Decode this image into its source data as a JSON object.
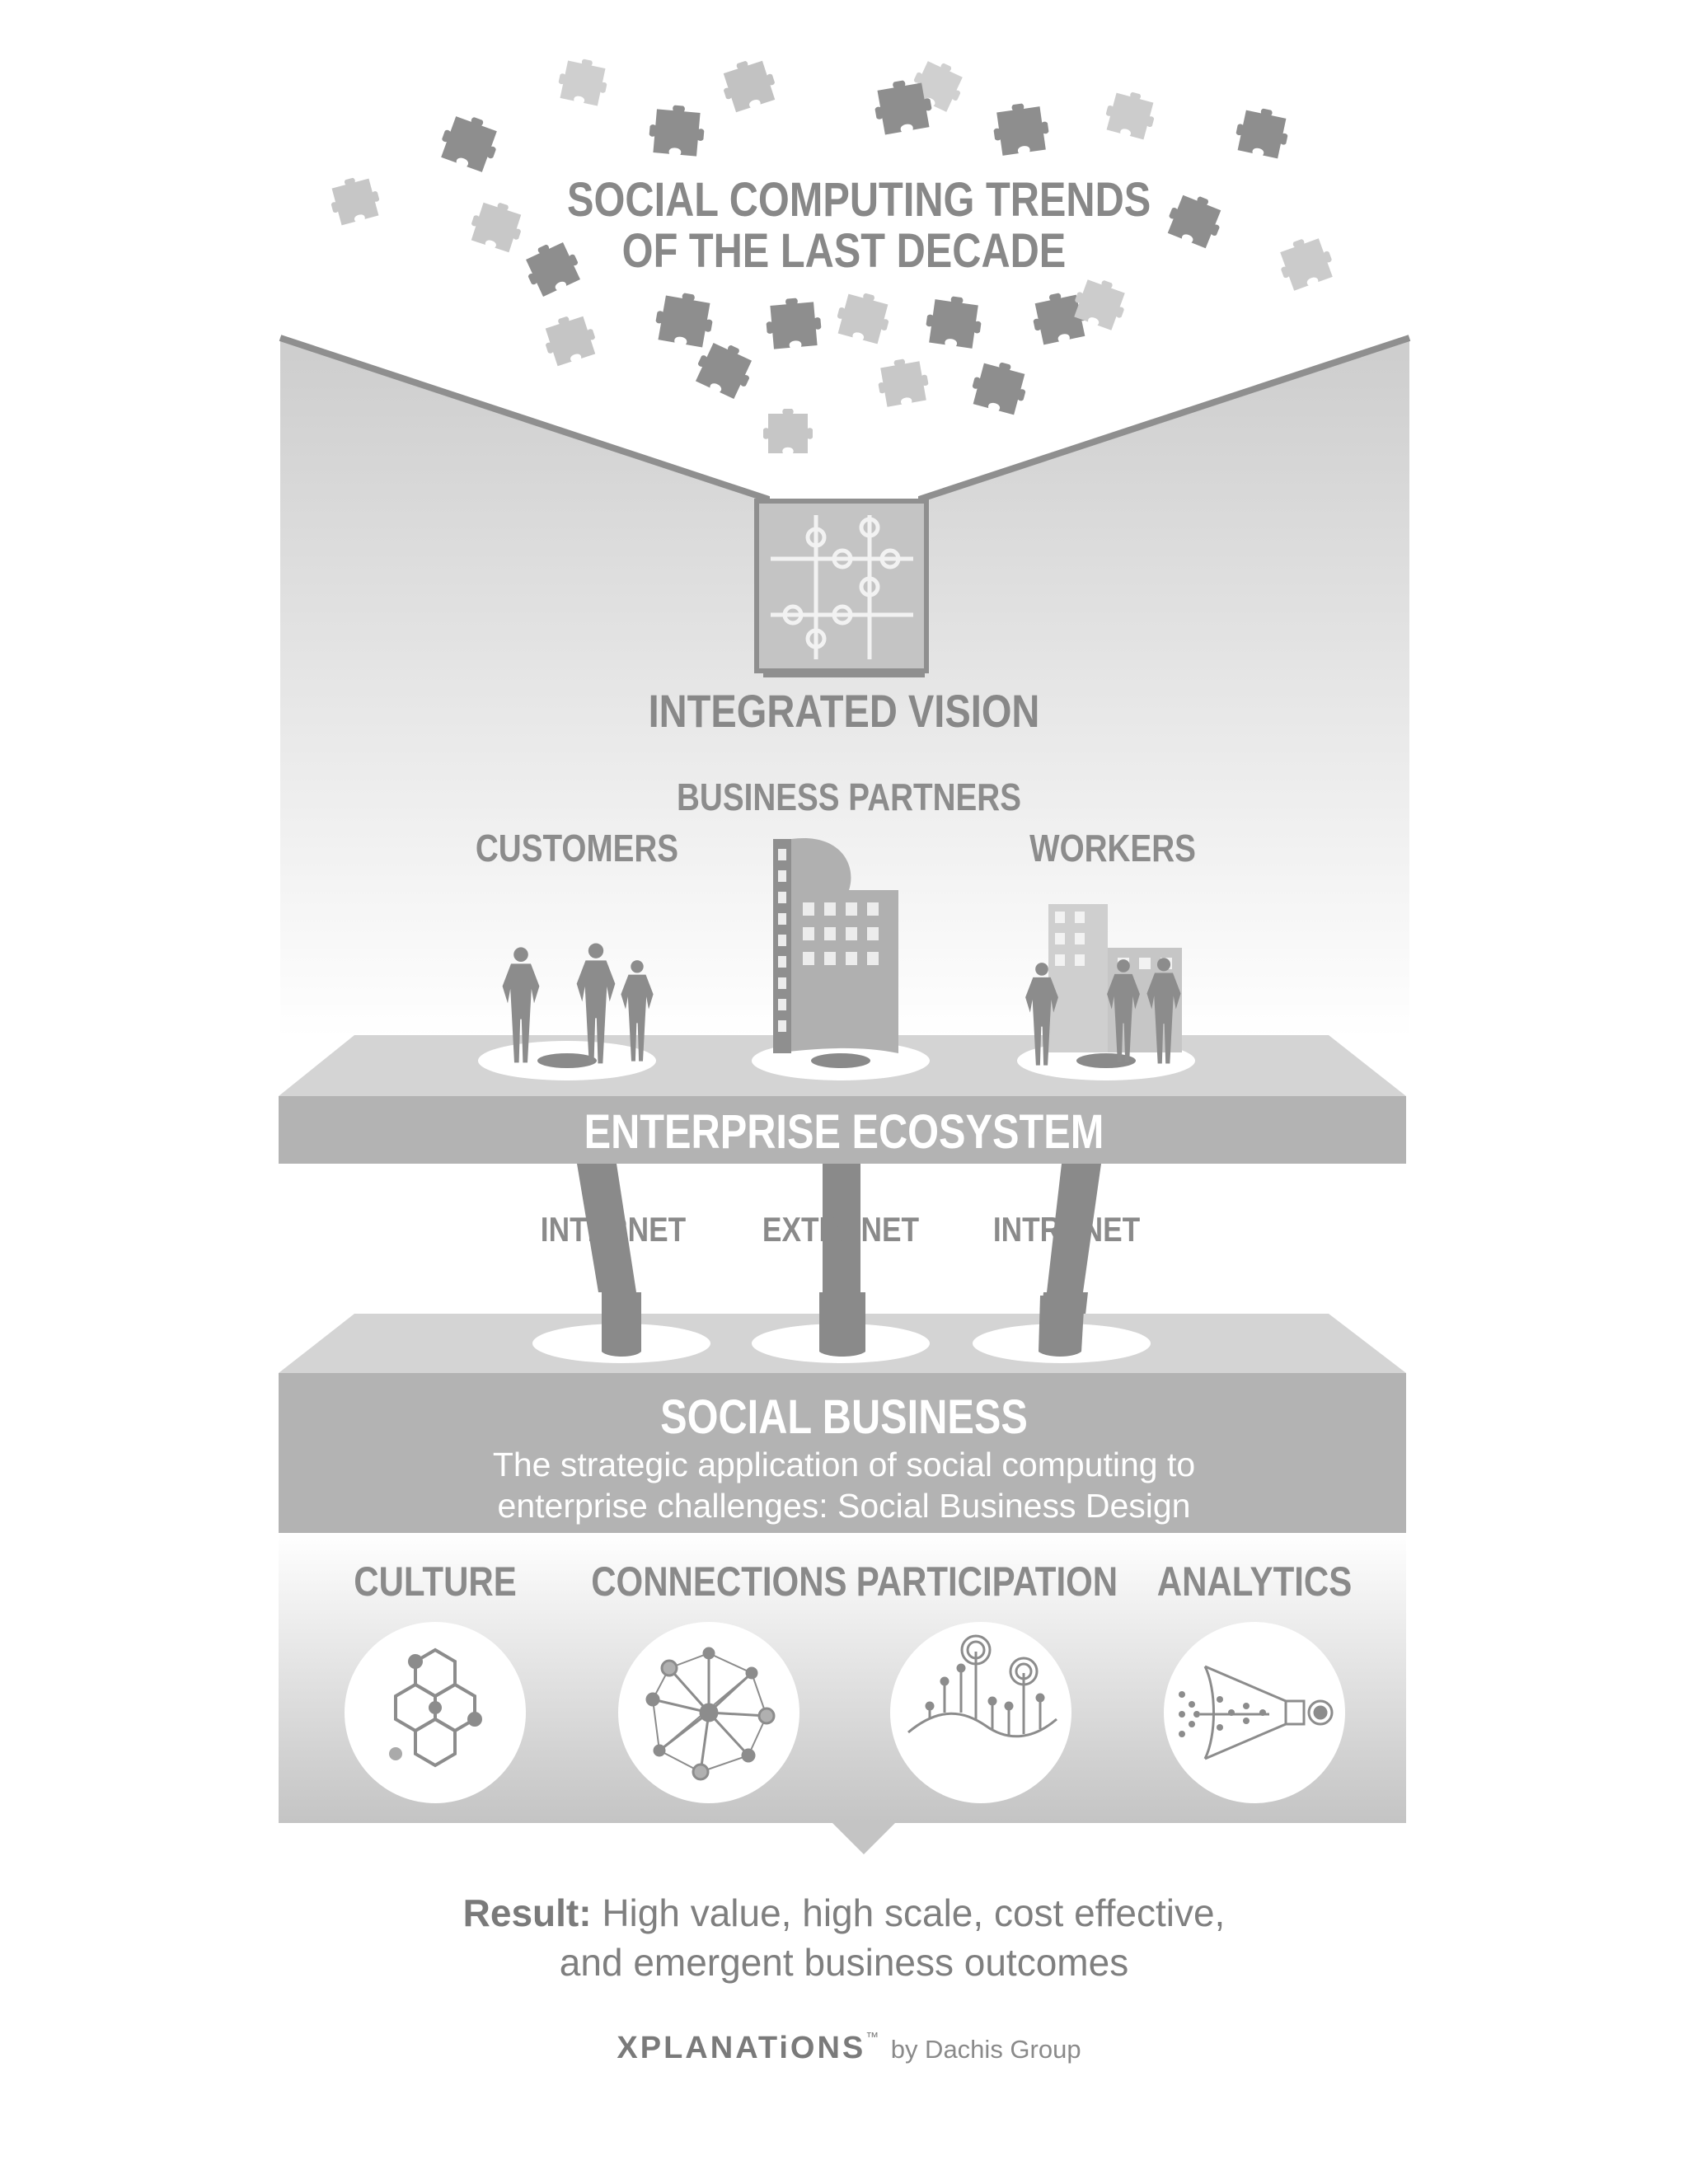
{
  "title": {
    "line1": "SOCIAL COMPUTING TRENDS",
    "line2": "OF THE LAST DECADE"
  },
  "vision_label": "INTEGRATED VISION",
  "audiences": {
    "business_partners": "BUSINESS PARTNERS",
    "customers": "CUSTOMERS",
    "workers": "WORKERS"
  },
  "ecosystem_label": "ENTERPRISE ECOSYSTEM",
  "networks": {
    "internet": "INTERNET",
    "extranet": "EXTRANET",
    "intranet": "INTRANET"
  },
  "social_business": {
    "title": "SOCIAL BUSINESS",
    "line1": "The strategic application of social computing to",
    "line2": "enterprise challenges: Social Business Design"
  },
  "pillars": {
    "culture": "CULTURE",
    "connections": "CONNECTIONS",
    "participation": "PARTICIPATION",
    "analytics": "ANALYTICS"
  },
  "result": {
    "prefix": "Result:",
    "line1": "High value, high scale, cost effective,",
    "line2": "and emergent business outcomes"
  },
  "footer": {
    "brand": "XPLANATiONS",
    "trademark": "™",
    "byline": "by Dachis Group"
  },
  "colors": {
    "band": "#b3b3b3",
    "band_top": "#d4d4d4",
    "puzzle_dark": "#8e8e8e",
    "puzzle_light": "#c9c9c9",
    "label_gray": "#8a8a8a",
    "pillar_dark": "#7e7e7e"
  },
  "icons": [
    "puzzle-piece-icon",
    "person-icon",
    "building-icon",
    "culture-hexagon-icon",
    "connections-network-icon",
    "participation-wave-icon",
    "analytics-funnel-icon"
  ]
}
